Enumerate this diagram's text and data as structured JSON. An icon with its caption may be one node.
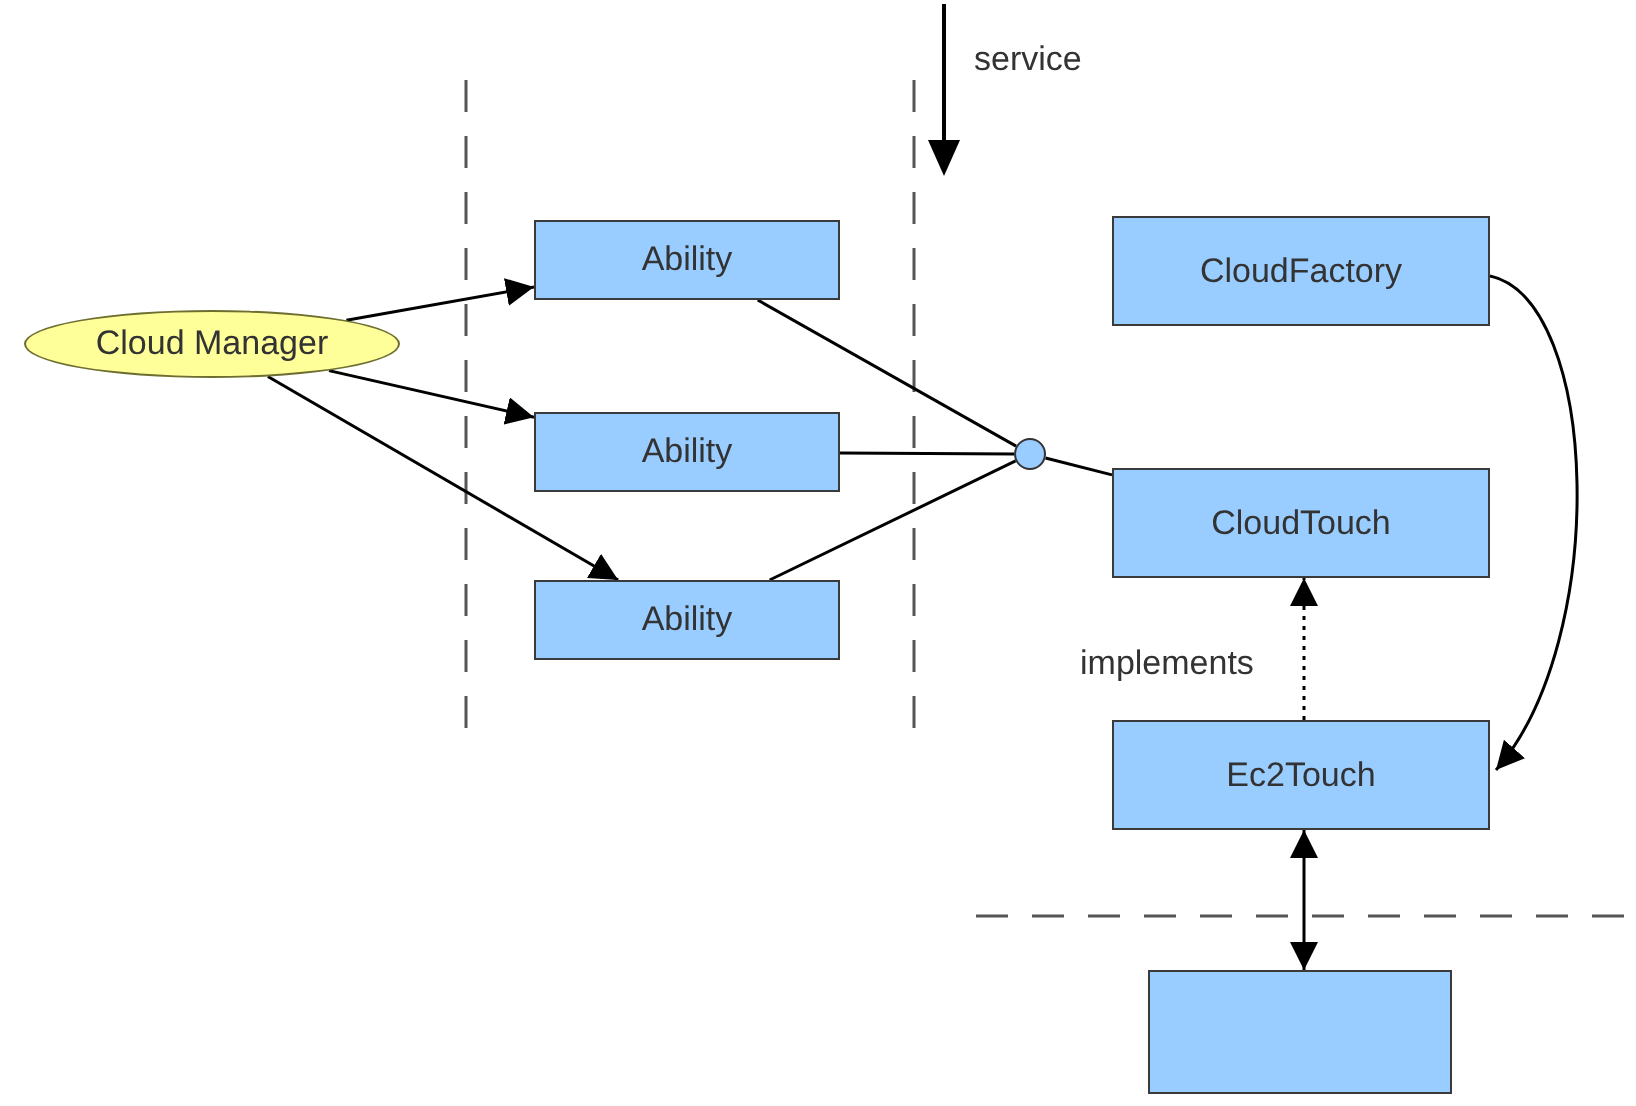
{
  "diagram": {
    "nodes": [
      {
        "text": [
          "Cloud Manager"
        ]
      },
      {
        "text": [
          "Ability"
        ]
      },
      {
        "text": [
          "Ability"
        ]
      },
      {
        "text": [
          "Ability"
        ]
      },
      {
        "text": [],
        "shape": "circle"
      },
      {
        "text": [
          "CloudFactory"
        ]
      },
      {
        "text": [
          "CloudTouch"
        ]
      },
      {
        "text": [
          "Ec2Touch"
        ]
      },
      {
        "text": [],
        "shape": "box"
      }
    ],
    "edges": [
      {
        "from": 0,
        "to": 1,
        "arrow": "to"
      },
      {
        "from": 0,
        "to": 2,
        "arrow": "to"
      },
      {
        "from": 0,
        "to": 3,
        "arrow": "to"
      },
      {
        "from": 1,
        "to": 4,
        "arrow": "none"
      },
      {
        "from": 2,
        "to": 4,
        "arrow": "none"
      },
      {
        "from": 3,
        "to": 4,
        "arrow": "none"
      },
      {
        "from": 4,
        "to": 6,
        "arrow": "none"
      },
      {
        "from": 5,
        "to": 7,
        "arrow": "to"
      },
      {
        "from": 7,
        "to": 6,
        "arrow": "to",
        "label": "implements",
        "style": "dashed"
      },
      {
        "from": 7,
        "to": 8,
        "arrow": "both"
      }
    ],
    "labels": [
      "service"
    ]
  }
}
